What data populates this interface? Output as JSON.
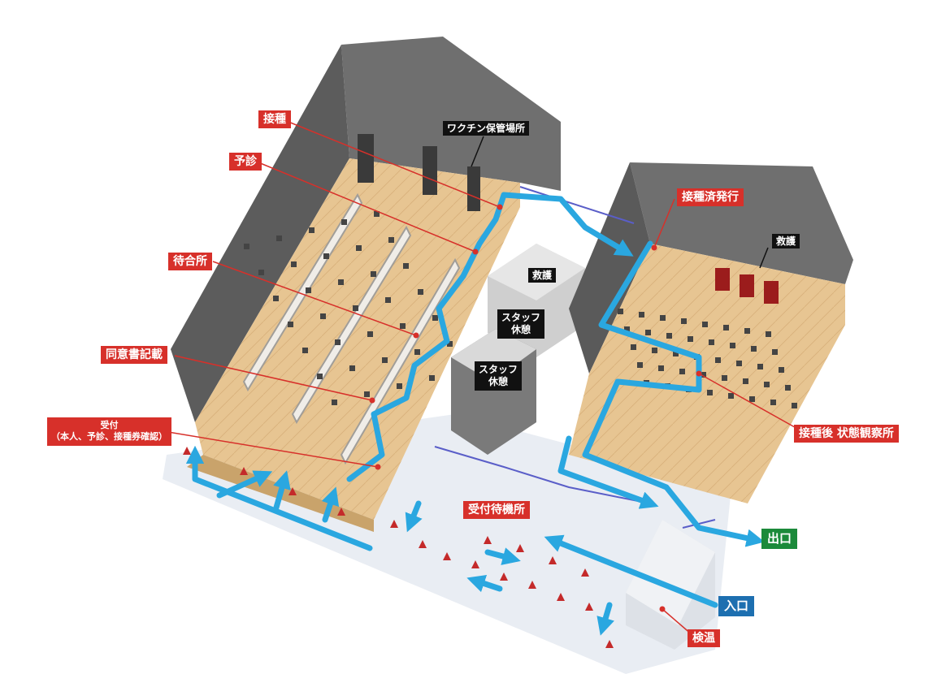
{
  "labels": {
    "vaccination": "接種",
    "pre_exam": "予診",
    "vaccine_storage": "ワクチン保管場所",
    "waiting_area": "待合所",
    "consent_form": "同意書記載",
    "reception_title": "受付",
    "reception_detail": "（本人、予診、接種券確認）",
    "rescue_center": "救護",
    "staff_rest_1_line1": "スタッフ",
    "staff_rest_1_line2": "休憩",
    "staff_rest_2_line1": "スタッフ",
    "staff_rest_2_line2": "休憩",
    "certificate_issue": "接種済発行",
    "rescue_right": "救護",
    "observation": "接種後 状態観察所",
    "reception_waiting": "受付待機所",
    "exit": "出口",
    "entrance": "入口",
    "temperature_check": "検温"
  },
  "colors": {
    "label_red": "#d7302a",
    "label_black": "#111111",
    "exit_green": "#1b8a3a",
    "entrance_blue": "#1d6fb0",
    "flow_arrow": "#2aa7e0",
    "floor_wood": "#e6c48e",
    "roof_gray": "#6e6e6e",
    "ground_snow": "#e8ecf2"
  },
  "icons": {
    "flow": "arrow-icon",
    "cone": "traffic-cone-icon"
  }
}
